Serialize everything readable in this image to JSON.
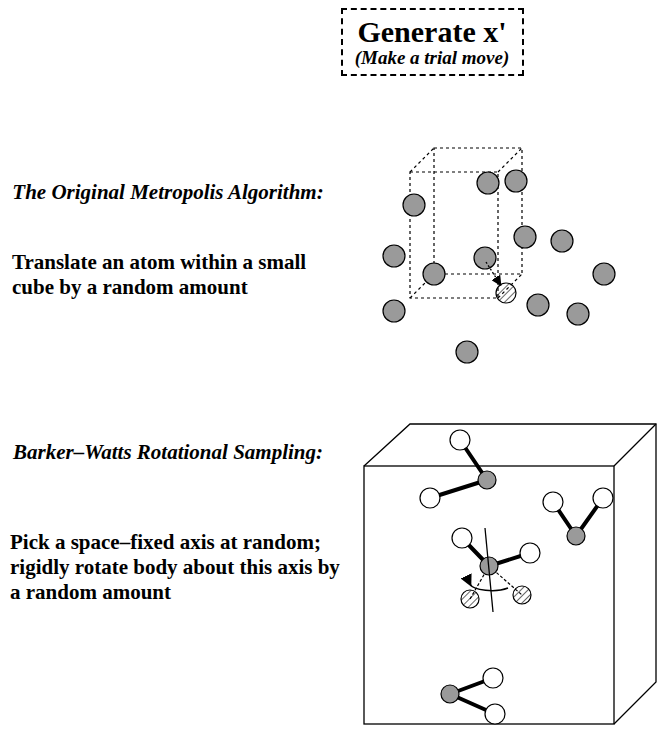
{
  "diagram": {
    "nodes": [
      {
        "text": [
          "Generate x'",
          "(Make a trial move)"
        ]
      }
    ],
    "labels": [
      "The Original Metropolis Algorithm:",
      "Translate an atom within a small cube by a random amount",
      "Barker–Watts Rotational Sampling:",
      "Pick a space–fixed axis at random; rigidly rotate body about this axis by a random amount"
    ]
  }
}
